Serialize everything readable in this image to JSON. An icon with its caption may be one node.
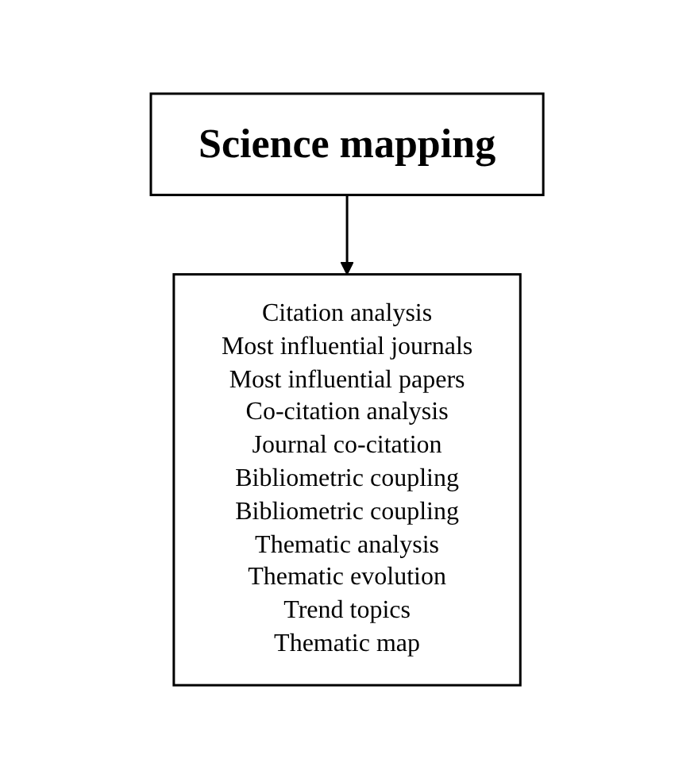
{
  "diagram": {
    "nodes": [
      {
        "text": [
          "Science mapping"
        ]
      },
      {
        "text": [
          "Citation analysis",
          "Most influential journals",
          "Most influential papers",
          "Co-citation analysis",
          "Journal co-citation",
          "Bibliometric coupling",
          "Bibliometric coupling",
          "Thematic analysis",
          "Thematic evolution",
          "Trend topics",
          "Thematic map"
        ]
      }
    ],
    "edges": [
      {
        "from": 0,
        "to": 1,
        "arrow": "to"
      }
    ]
  }
}
